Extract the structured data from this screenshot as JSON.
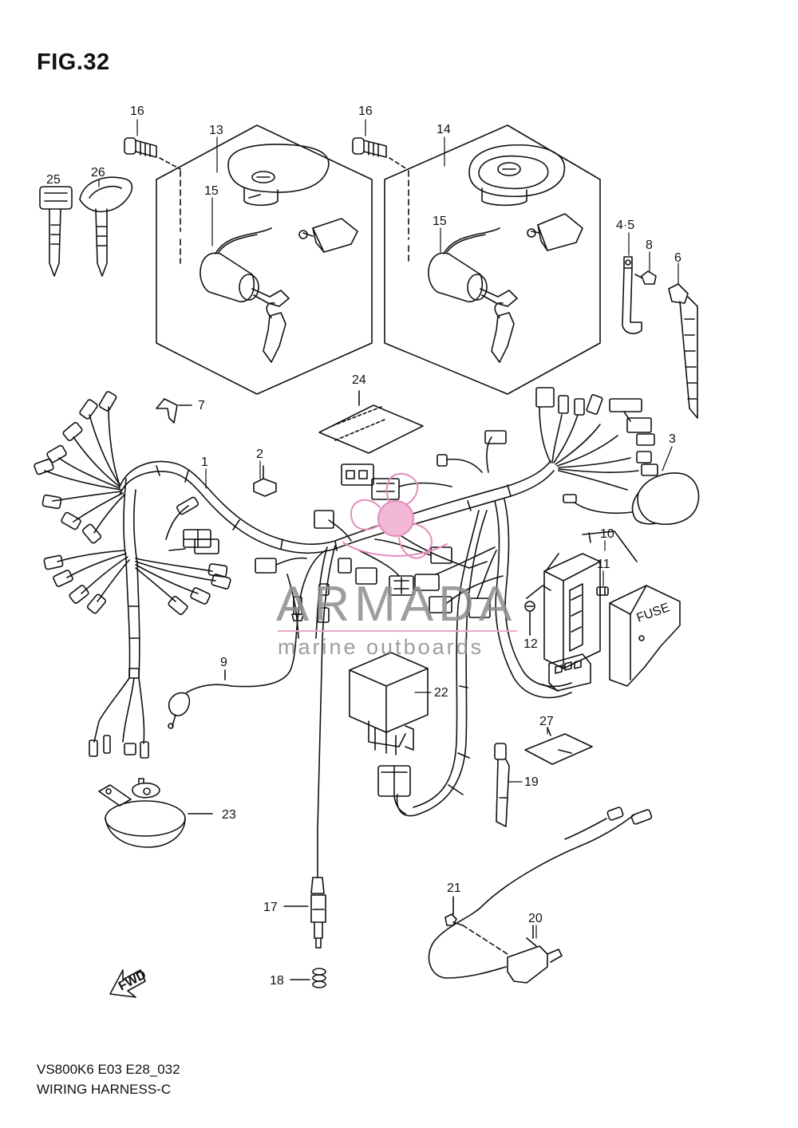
{
  "figure": {
    "title": "FIG.32"
  },
  "footer": {
    "code": "VS800K6 E03 E28_032",
    "name": "WIRING HARNESS-C"
  },
  "watermark": {
    "brand": "ARMADA",
    "tagline": "marine outboards",
    "accent_color": "#e58cbd",
    "text_color": "#8d8d8d"
  },
  "fwd_label": "FWD",
  "fuse_label": "FUSE",
  "callouts": {
    "c16a": "16",
    "c13": "13",
    "c16b": "16",
    "c14": "14",
    "c25": "25",
    "c26": "26",
    "c15a": "15",
    "c15b": "15",
    "c45": "4·5",
    "c8": "8",
    "c6": "6",
    "c7": "7",
    "c24": "24",
    "c1": "1",
    "c2": "2",
    "c3": "3",
    "c10": "10",
    "c11": "11",
    "c12": "12",
    "c9": "9",
    "c22": "22",
    "c27": "27",
    "c19": "19",
    "c23": "23",
    "c21": "21",
    "c17": "17",
    "c20": "20",
    "c18": "18"
  }
}
